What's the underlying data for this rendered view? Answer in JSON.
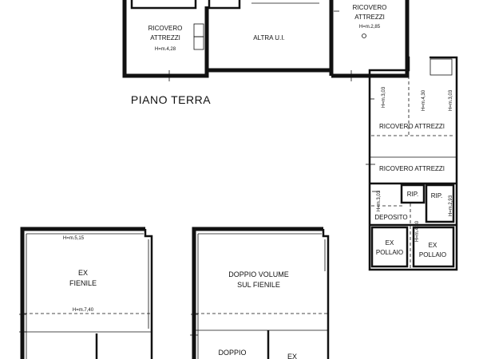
{
  "plan_title": "PIANO TERRA",
  "rooms": {
    "ricovero_attrezzi_left_1": "RICOVERO",
    "ricovero_attrezzi_left_2": "ATTREZZI",
    "ricovero_attrezzi_left_height": "H=m.4,28",
    "altra_ui": "ALTRA U.I.",
    "ricovero_attrezzi_right_1": "RICOVERO",
    "ricovero_attrezzi_right_2": "ATTREZZI",
    "ricovero_attrezzi_right_height": "H=m.2,85",
    "ricovero_attrezzi_strip_1": "RICOVERO ATTREZZI",
    "ricovero_attrezzi_strip_2": "RICOVERO ATTREZZI",
    "rip_1": "RIP.",
    "rip_2": "RIP.",
    "deposito": "DEPOSITO",
    "ex_pollaio_a_1": "EX",
    "ex_pollaio_a_2": "POLLAIO",
    "ex_pollaio_b_1": "EX",
    "ex_pollaio_b_2": "POLLAIO",
    "ex_fienile_1": "EX",
    "ex_fienile_2": "FIENILE",
    "ex_fienile_height_top": "H=m.5,15",
    "ex_fienile_height_bottom": "H=m.7,40",
    "doppio_volume_1": "DOPPIO VOLUME",
    "doppio_volume_2": "SUL FIENILE",
    "doppio_bottom": "DOPPIO",
    "ex_bottom": "EX"
  },
  "heights": {
    "h_303_a": "H=m.3,03",
    "h_430_a": "H=m.4,30",
    "h_303_b": "H=m.3,03",
    "h_303_c": "H=m.3,03",
    "h_430_b": "H=m.4,30",
    "h_293": "H=m.2,93"
  }
}
